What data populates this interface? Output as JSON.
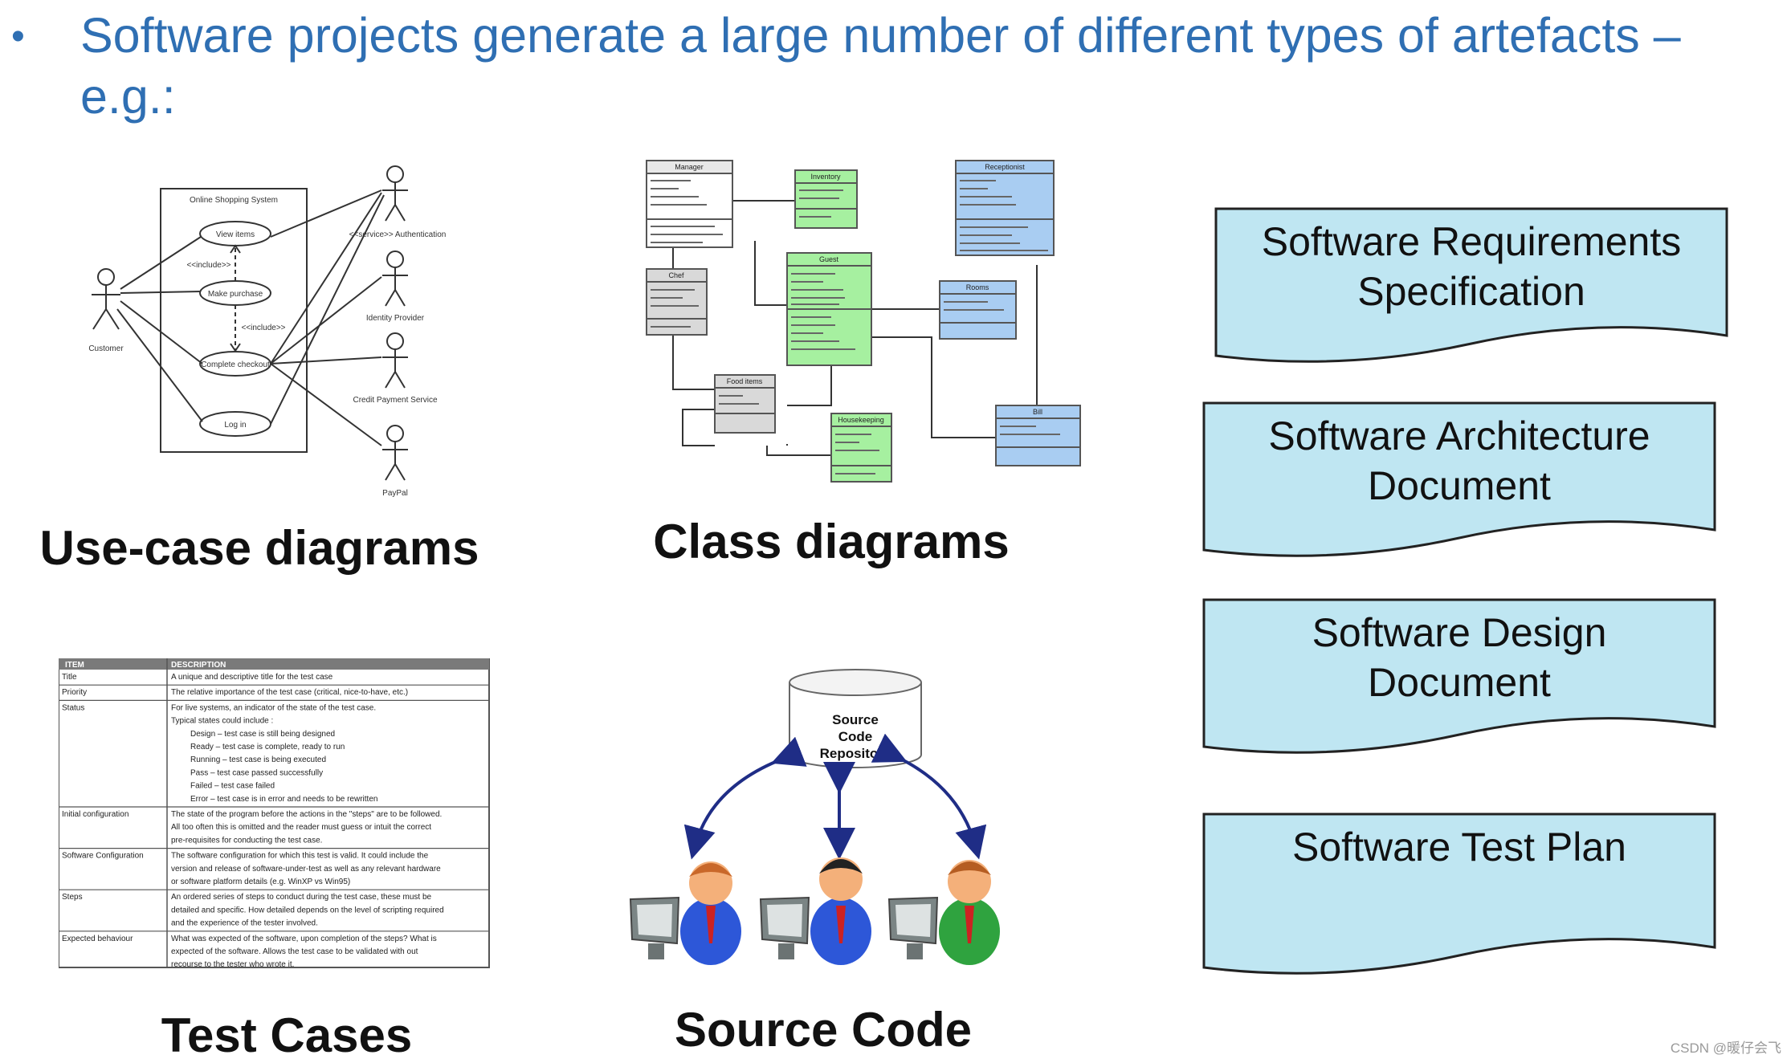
{
  "slide": {
    "bullet": "•",
    "text": "Software projects generate a large number of different types of artefacts – e.g.:"
  },
  "use_case": {
    "caption": "Use-case diagrams",
    "system_label": "Online Shopping System",
    "use_cases": [
      "View items",
      "Make purchase",
      "Complete checkout",
      "Log in"
    ],
    "relations": [
      "<<include>>",
      "<<include>>"
    ],
    "actors": [
      "Customer",
      "<<service>> Authentication",
      "Identity Provider",
      "Credit Payment Service",
      "PayPal"
    ]
  },
  "class_diagram": {
    "caption": "Class diagrams",
    "classes": [
      "Manager",
      "Inventory",
      "Receptionist",
      "Chef",
      "Guest",
      "Rooms",
      "Food items",
      "Housekeeping",
      "Bill"
    ]
  },
  "test_cases": {
    "caption": "Test Cases",
    "header": [
      "ITEM",
      "DESCRIPTION"
    ],
    "rows": [
      {
        "item": "Title",
        "lines": [
          "A unique and descriptive title for the test case"
        ]
      },
      {
        "item": "Priority",
        "lines": [
          "The relative importance of the test case (critical, nice-to-have, etc.)"
        ]
      },
      {
        "item": "Status",
        "lines": [
          "For live systems, an indicator of the state of the test case.",
          "Typical states could include :",
          "Design – test case is still being designed",
          "Ready – test case is complete, ready to run",
          "Running – test case is being executed",
          "Pass – test case passed successfully",
          "Failed – test case failed",
          "Error – test case is in error and needs to be rewritten"
        ]
      },
      {
        "item": "Initial configuration",
        "lines": [
          "The state of the program before the actions in the \"steps\" are to be followed.",
          "All too often this is omitted and the reader must guess or intuit the correct",
          "pre-requisites for conducting the test case."
        ]
      },
      {
        "item": "Software Configuration",
        "lines": [
          "The software configuration for which this test is valid. It could include the",
          "version and release of software-under-test as well as any relevant hardware",
          "or software platform details (e.g. WinXP vs Win95)"
        ]
      },
      {
        "item": "Steps",
        "lines": [
          "An ordered series of steps to conduct during the test case, these must be",
          "detailed and specific. How detailed depends on the level of scripting required",
          "and the experience of the tester involved."
        ]
      },
      {
        "item": "Expected behaviour",
        "lines": [
          "What was expected of the software, upon completion of the steps? What is",
          "expected of the software. Allows the test case to be validated with out",
          "recourse to the tester who wrote it."
        ]
      }
    ]
  },
  "source_code": {
    "caption": "Source Code",
    "repo_lines": [
      "Source",
      "Code",
      "Repository"
    ]
  },
  "documents": [
    {
      "lines": [
        "Software Requirements",
        "Specification"
      ]
    },
    {
      "lines": [
        "Software Architecture",
        "Document"
      ]
    },
    {
      "lines": [
        "Software Design",
        "Document"
      ]
    },
    {
      "lines": [
        "Software Test Plan"
      ]
    }
  ],
  "watermark": "CSDN @暖仔会飞",
  "colors": {
    "title_blue": "#2f6fb3",
    "doc_fill": "#bfe6f2",
    "class_green": "#a6f0a0",
    "class_blue": "#a9cdf2",
    "class_gray": "#d9d9d9",
    "arrow_navy": "#1f2d86"
  }
}
